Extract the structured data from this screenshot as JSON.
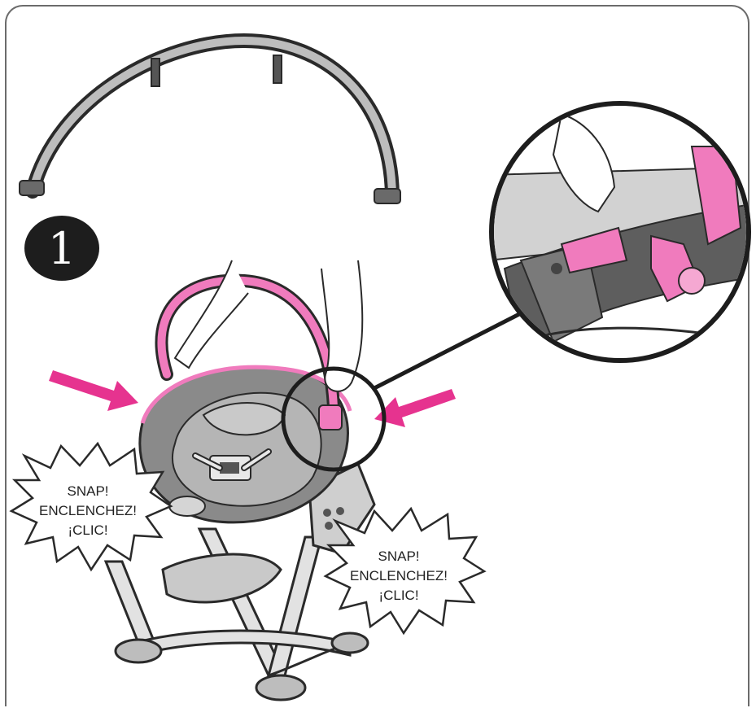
{
  "step": {
    "number": "1"
  },
  "callouts": [
    {
      "lines": [
        "SNAP!",
        "ENCLENCHEZ!",
        "¡CLIC!"
      ]
    },
    {
      "lines": [
        "SNAP!",
        "ENCLENCHEZ!",
        "¡CLIC!"
      ]
    }
  ],
  "colors": {
    "accent_pink": "#e6338f",
    "part_pink": "#f07bbd",
    "outline": "#2a2a2a",
    "gray_fill": "#8a8a8a",
    "light_gray": "#c9c9c9"
  },
  "icons": {
    "arrow": "arrow-icon",
    "burst": "starburst-icon"
  }
}
